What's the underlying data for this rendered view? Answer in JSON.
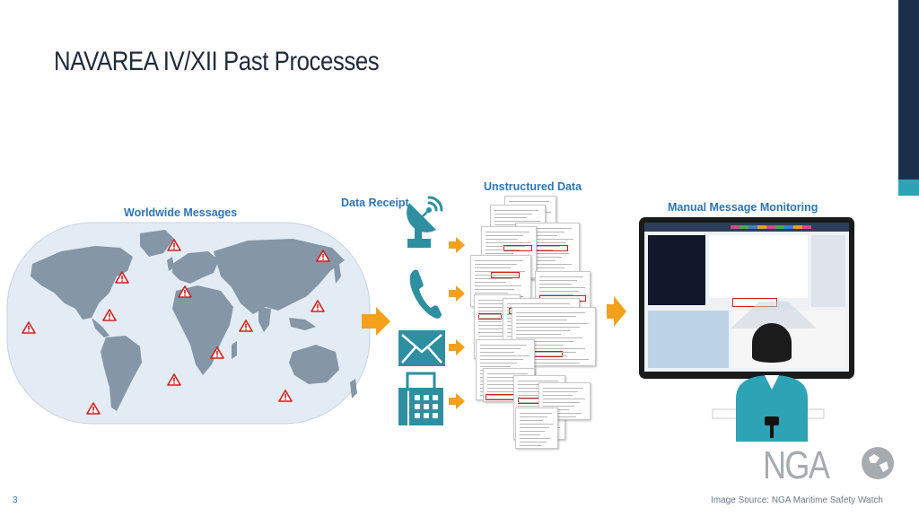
{
  "slide": {
    "title": "NAVAREA IV/XII Past Processes",
    "page_number": "3",
    "image_source": "Image Source: NGA Maritime Safety Watch"
  },
  "labels": {
    "worldwide_messages": "Worldwide Messages",
    "data_receipt": "Data Receipt",
    "unstructured_data": "Unstructured Data",
    "manual_monitoring": "Manual Message Monitoring"
  },
  "logo": {
    "text": "NGA"
  },
  "icons": {
    "receipt_channels": [
      "satellite-dish-icon",
      "phone-icon",
      "envelope-icon",
      "fax-icon"
    ],
    "warning": "warning-triangle-icon"
  },
  "colors": {
    "navy": "#1b2f4d",
    "teal": "#2ea3b5",
    "label_blue": "#2e75b6",
    "arrow_orange": "#f5a01a",
    "channel_teal": "#2e8fa0",
    "warning_red": "#d21e1e",
    "map_land": "#8596a6",
    "map_ocean": "#e3ecf4"
  }
}
